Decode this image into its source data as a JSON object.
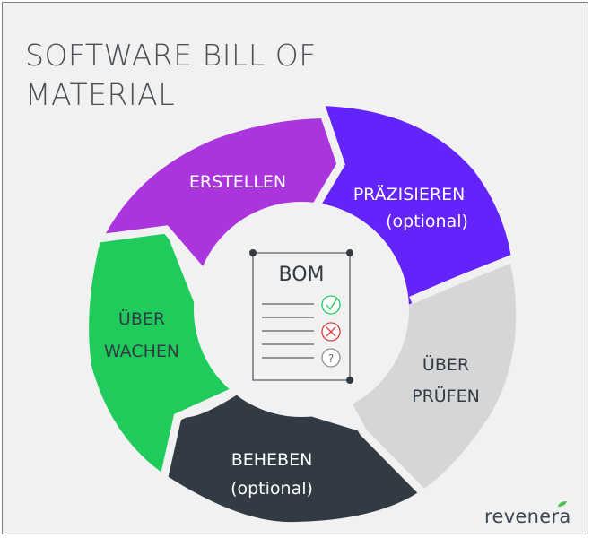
{
  "title": {
    "line1": "SOFTWARE BILL OF",
    "line2": "MATERIAL"
  },
  "segments": {
    "erstellen": {
      "label": "ERSTELLEN",
      "color": "#ab35dc"
    },
    "praezisieren": {
      "label1": "PRÄZISIEREN",
      "label2": "(optional)",
      "color": "#6224fb"
    },
    "ueberpruefen": {
      "label1": "ÜBER",
      "label2": "PRÜFEN",
      "color": "#d6d6d6"
    },
    "beheben": {
      "label1": "BEHEBEN",
      "label2": "(optional)",
      "color": "#323b44"
    },
    "ueberwachen": {
      "label1": "ÜBER",
      "label2": "WACHEN",
      "color": "#1fcc5b"
    }
  },
  "center": {
    "document_title": "BOM",
    "check_icon": "check-icon",
    "cross_icon": "cross-icon",
    "question_mark": "?"
  },
  "logo": {
    "text": "revenera",
    "accent_color": "#4bc24b"
  }
}
